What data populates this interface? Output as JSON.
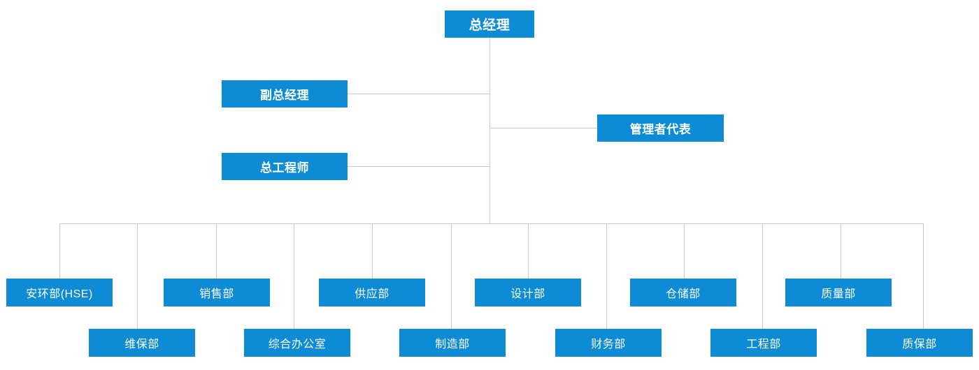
{
  "theme": {
    "node_fill": "#0d8bd5",
    "node_text": "#ffffff",
    "connector_color": "#c9c9c9",
    "background": "#ffffff"
  },
  "chart_title": "",
  "top": {
    "label": "总经理"
  },
  "mid_left": [
    {
      "label": "副总经理"
    },
    {
      "label": "总工程师"
    }
  ],
  "mid_right": [
    {
      "label": "管理者代表"
    }
  ],
  "departments_upper": [
    {
      "label": "安环部(HSE)"
    },
    {
      "label": "销售部"
    },
    {
      "label": "供应部"
    },
    {
      "label": "设计部"
    },
    {
      "label": "仓储部"
    },
    {
      "label": "质量部"
    }
  ],
  "departments_lower": [
    {
      "label": "维保部"
    },
    {
      "label": "综合办公室"
    },
    {
      "label": "制造部"
    },
    {
      "label": "财务部"
    },
    {
      "label": "工程部"
    },
    {
      "label": "质保部"
    }
  ]
}
